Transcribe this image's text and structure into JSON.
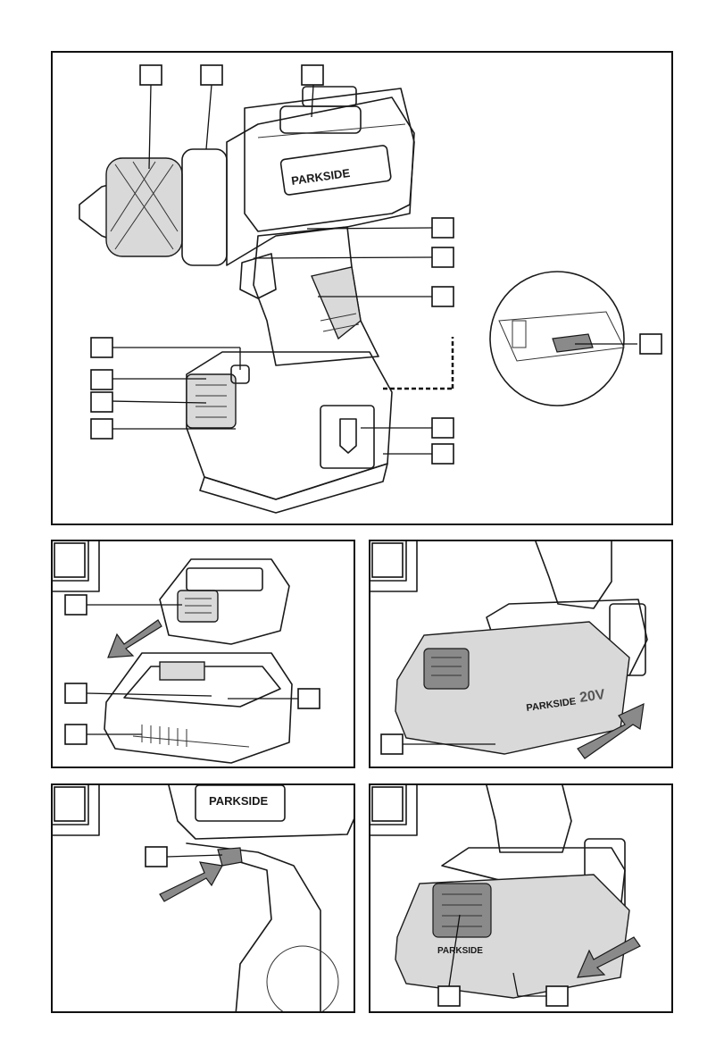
{
  "brand_text": "PARKSIDE",
  "voltage_text": "20V",
  "figures": [
    "main-overview",
    "fig-charger",
    "fig-insert-battery",
    "fig-direction-switch",
    "fig-remove-battery"
  ]
}
